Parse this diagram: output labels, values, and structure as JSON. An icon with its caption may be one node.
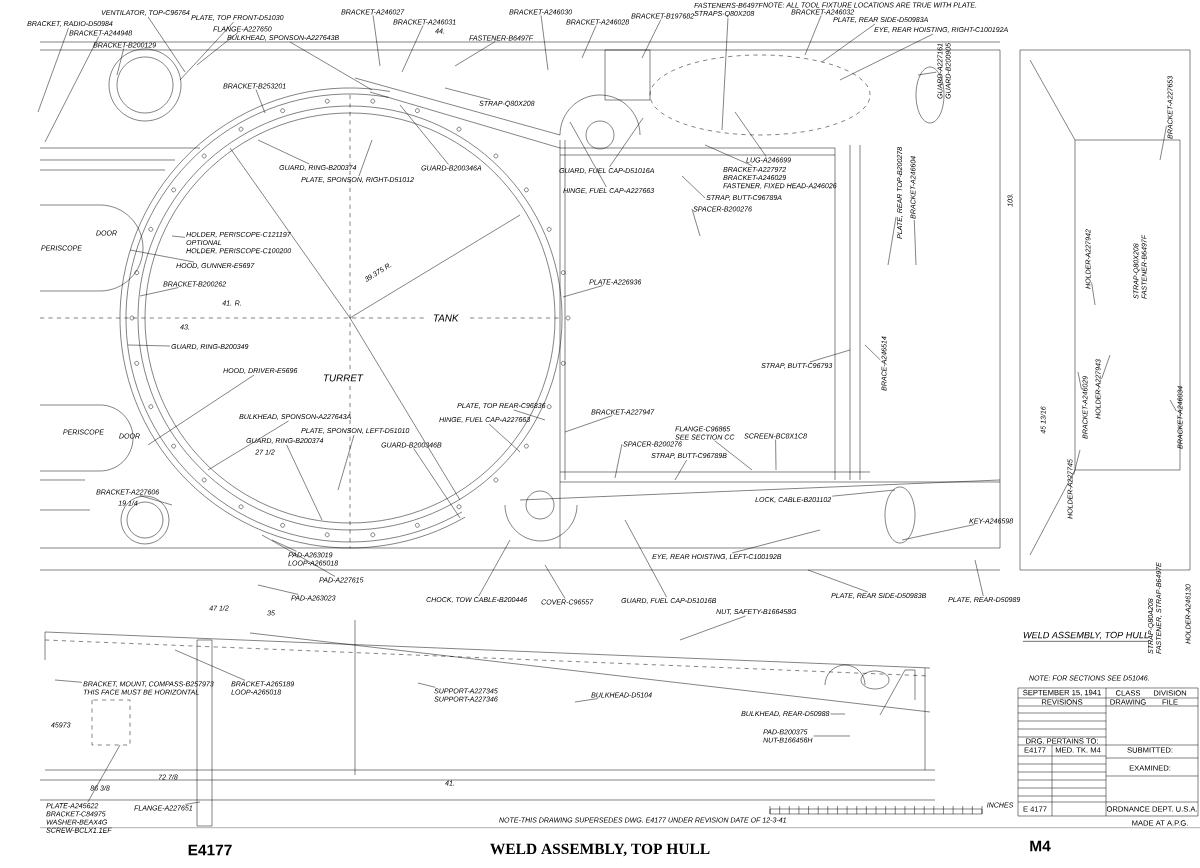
{
  "diagram": {
    "title": "WELD ASSEMBLY, TOP HULL",
    "nodes": [
      {
        "text": [
          "VENTILATOR, TOP-C96764"
        ]
      },
      {
        "text": [
          "BRACKET, RADIO-D50984"
        ]
      },
      {
        "text": [
          "BRACKET-A244948"
        ]
      },
      {
        "text": [
          "BRACKET-B200129"
        ]
      },
      {
        "text": [
          "PLATE, TOP FRONT-D51030"
        ]
      },
      {
        "text": [
          "FLANGE-A227650"
        ]
      },
      {
        "text": [
          "BULKHEAD, SPONSON-A227643B"
        ]
      },
      {
        "text": [
          "BRACKET-A246027"
        ]
      },
      {
        "text": [
          "BRACKET-A246031"
        ]
      },
      {
        "text": [
          "FASTENER-B6497F"
        ]
      },
      {
        "text": [
          "BRACKET-A246030"
        ]
      },
      {
        "text": [
          "BRACKET-A246028"
        ]
      },
      {
        "text": [
          "BRACKET-B197682"
        ]
      },
      {
        "text": [
          "FASTENERS-B6497F",
          "STRAPS-Q80X208"
        ]
      },
      {
        "text": [
          "BRACKET-A246032"
        ]
      },
      {
        "text": [
          "PLATE, REAR SIDE-D50983A"
        ]
      },
      {
        "text": [
          "EYE, REAR HOISTING, RIGHT-C100192A"
        ]
      },
      {
        "text": [
          "BRACKET-B253201"
        ]
      },
      {
        "text": [
          "STRAP-Q80X208"
        ]
      },
      {
        "text": [
          "GUARD, RING-B200374"
        ]
      },
      {
        "text": [
          "PLATE, SPONSON, RIGHT-D51012"
        ]
      },
      {
        "text": [
          "GUARD-B200346A"
        ]
      },
      {
        "text": [
          "GUARD, FUEL CAP-D51016A"
        ]
      },
      {
        "text": [
          "HINGE, FUEL CAP-A227663"
        ]
      },
      {
        "text": [
          "LUG-A246699"
        ]
      },
      {
        "text": [
          "BRACKET-A227972",
          "BRACKET-A246029",
          "FASTENER, FIXED HEAD-A246026"
        ]
      },
      {
        "text": [
          "STRAP, BUTT-C96789A"
        ]
      },
      {
        "text": [
          "SPACER-B200276"
        ]
      },
      {
        "text": [
          "HOLDER, PERISCOPE-C121197",
          "OPTIONAL",
          "HOLDER, PERISCOPE-C100200"
        ]
      },
      {
        "text": [
          "HOOD, GUNNER-E5697"
        ]
      },
      {
        "text": [
          "BRACKET-B200262"
        ]
      },
      {
        "text": [
          "PLATE-A226936"
        ]
      },
      {
        "text": [
          "GUARD, RING-B200349"
        ]
      },
      {
        "text": [
          "HOOD, DRIVER-E5696"
        ]
      },
      {
        "text": [
          "BULKHEAD, SPONSON-A227643A"
        ]
      },
      {
        "text": [
          "PLATE, SPONSON, LEFT-D51010"
        ]
      },
      {
        "text": [
          "GUARD, RING-B200374"
        ]
      },
      {
        "text": [
          "GUARD-B200346B"
        ]
      },
      {
        "text": [
          "PLATE, TOP REAR-C96836"
        ]
      },
      {
        "text": [
          "HINGE, FUEL CAP-A227663"
        ]
      },
      {
        "text": [
          "BRACKET-A227947"
        ]
      },
      {
        "text": [
          "STRAP, BUTT-C96793"
        ]
      },
      {
        "text": [
          "BRACE-A246514"
        ]
      },
      {
        "text": [
          "PLATE, REAR TOP-B200278"
        ]
      },
      {
        "text": [
          "BRACKET-A246604"
        ]
      },
      {
        "text": [
          "GUARD-A227161",
          "GUARD-B200905"
        ]
      },
      {
        "text": [
          "FLANGE-C96865",
          "SEE SECTION CC"
        ]
      },
      {
        "text": [
          "SCREEN-BC8X1C8"
        ]
      },
      {
        "text": [
          "SPACER-B200276"
        ]
      },
      {
        "text": [
          "STRAP, BUTT-C96789B"
        ]
      },
      {
        "text": [
          "LOCK, CABLE-B201102"
        ]
      },
      {
        "text": [
          "KEY-A246598"
        ]
      },
      {
        "text": [
          "EYE, REAR HOISTING, LEFT-C100192B"
        ]
      },
      {
        "text": [
          "PLATE, REAR SIDE-D50983B"
        ]
      },
      {
        "text": [
          "PLATE, REAR-D50989"
        ]
      },
      {
        "text": [
          "BRACKET-A227606"
        ]
      },
      {
        "text": [
          "PAD-A263019",
          "LOOP-A265018"
        ]
      },
      {
        "text": [
          "PAD-A227615"
        ]
      },
      {
        "text": [
          "PAD-A263023"
        ]
      },
      {
        "text": [
          "CHOCK, TOW CABLE-B200446"
        ]
      },
      {
        "text": [
          "COVER-C96557"
        ]
      },
      {
        "text": [
          "GUARD, FUEL CAP-D51016B"
        ]
      },
      {
        "text": [
          "NUT, SAFETY-B166458G"
        ]
      },
      {
        "text": [
          "BRACKET, MOUNT, COMPASS-B257973",
          "THIS FACE MUST BE HORIZONTAL"
        ]
      },
      {
        "text": [
          "BRACKET-A265189",
          "LOOP-A265018"
        ]
      },
      {
        "text": [
          "SUPPORT-A227345",
          "SUPPORT-A227346"
        ]
      },
      {
        "text": [
          "BULKHEAD-D5104"
        ]
      },
      {
        "text": [
          "BULKHEAD, REAR-D50988"
        ]
      },
      {
        "text": [
          "PAD-B200375",
          "NUT-B166456H"
        ]
      },
      {
        "text": [
          "FLANGE-A227651"
        ]
      },
      {
        "text": [
          "PLATE-A245622",
          "BRACKET-C84975",
          "WASHER-BEAX4G",
          "SCREW-BCLX1.1EF"
        ]
      },
      {
        "text": [
          "STRAP-Q80A208",
          "FASTENER, STRAP-B6497E"
        ]
      },
      {
        "text": [
          "HOLDER-A246130"
        ]
      },
      {
        "text": [
          "HOLDER-A227942"
        ]
      },
      {
        "text": [
          "HOLDER-A227943"
        ]
      },
      {
        "text": [
          "BRACKET-A246029"
        ]
      },
      {
        "text": [
          "HOLDER-A227745"
        ]
      },
      {
        "text": [
          "STRAP-Q80X208",
          "FASTENER-B6497F"
        ]
      },
      {
        "text": [
          "BRACKET-A227653"
        ]
      },
      {
        "text": [
          "BRACKET-A246034"
        ]
      }
    ],
    "edges": [
      {
        "from": 0,
        "to": null,
        "arrow": "none"
      },
      {
        "from": 1,
        "to": null,
        "arrow": "none"
      },
      {
        "from": 2,
        "to": null,
        "arrow": "none"
      },
      {
        "from": 3,
        "to": null,
        "arrow": "none"
      },
      {
        "from": 4,
        "to": null,
        "arrow": "none"
      },
      {
        "from": 5,
        "to": null,
        "arrow": "none"
      },
      {
        "from": 6,
        "to": null,
        "arrow": "none"
      },
      {
        "from": 7,
        "to": null,
        "arrow": "none"
      },
      {
        "from": 8,
        "to": null,
        "arrow": "none"
      },
      {
        "from": 9,
        "to": null,
        "arrow": "none"
      },
      {
        "from": 10,
        "to": null,
        "arrow": "none"
      },
      {
        "from": 11,
        "to": null,
        "arrow": "none"
      },
      {
        "from": 12,
        "to": null,
        "arrow": "none"
      },
      {
        "from": 13,
        "to": null,
        "arrow": "none"
      },
      {
        "from": 14,
        "to": null,
        "arrow": "none"
      },
      {
        "from": 15,
        "to": null,
        "arrow": "none"
      },
      {
        "from": 16,
        "to": null,
        "arrow": "none"
      },
      {
        "from": 17,
        "to": null,
        "arrow": "none"
      },
      {
        "from": 18,
        "to": null,
        "arrow": "none"
      },
      {
        "from": 19,
        "to": null,
        "arrow": "none"
      },
      {
        "from": 20,
        "to": null,
        "arrow": "none"
      },
      {
        "from": 21,
        "to": null,
        "arrow": "none"
      },
      {
        "from": 22,
        "to": null,
        "arrow": "none"
      },
      {
        "from": 23,
        "to": null,
        "arrow": "none"
      },
      {
        "from": 24,
        "to": null,
        "arrow": "none"
      },
      {
        "from": 25,
        "to": null,
        "arrow": "none"
      },
      {
        "from": 26,
        "to": null,
        "arrow": "none"
      },
      {
        "from": 27,
        "to": null,
        "arrow": "none"
      },
      {
        "from": 28,
        "to": null,
        "arrow": "none"
      },
      {
        "from": 29,
        "to": null,
        "arrow": "none"
      },
      {
        "from": 30,
        "to": null,
        "arrow": "none"
      },
      {
        "from": 31,
        "to": null,
        "arrow": "none"
      },
      {
        "from": 32,
        "to": null,
        "arrow": "none"
      },
      {
        "from": 33,
        "to": null,
        "arrow": "none"
      },
      {
        "from": 34,
        "to": null,
        "arrow": "none"
      },
      {
        "from": 35,
        "to": null,
        "arrow": "none"
      },
      {
        "from": 36,
        "to": null,
        "arrow": "none"
      },
      {
        "from": 37,
        "to": null,
        "arrow": "none"
      },
      {
        "from": 38,
        "to": null,
        "arrow": "none"
      },
      {
        "from": 39,
        "to": null,
        "arrow": "none"
      },
      {
        "from": 40,
        "to": null,
        "arrow": "none"
      },
      {
        "from": 41,
        "to": null,
        "arrow": "none"
      },
      {
        "from": 42,
        "to": null,
        "arrow": "none"
      },
      {
        "from": 43,
        "to": null,
        "arrow": "none"
      },
      {
        "from": 44,
        "to": null,
        "arrow": "none"
      },
      {
        "from": 45,
        "to": null,
        "arrow": "none"
      },
      {
        "from": 46,
        "to": null,
        "arrow": "none"
      },
      {
        "from": 47,
        "to": null,
        "arrow": "none"
      },
      {
        "from": 48,
        "to": null,
        "arrow": "none"
      },
      {
        "from": 49,
        "to": null,
        "arrow": "none"
      },
      {
        "from": 50,
        "to": null,
        "arrow": "none"
      },
      {
        "from": 51,
        "to": null,
        "arrow": "none"
      },
      {
        "from": 52,
        "to": null,
        "arrow": "none"
      },
      {
        "from": 53,
        "to": null,
        "arrow": "none"
      },
      {
        "from": 54,
        "to": null,
        "arrow": "none"
      },
      {
        "from": 55,
        "to": null,
        "arrow": "none"
      },
      {
        "from": 56,
        "to": null,
        "arrow": "none"
      },
      {
        "from": 57,
        "to": null,
        "arrow": "none"
      },
      {
        "from": 58,
        "to": null,
        "arrow": "none"
      },
      {
        "from": 59,
        "to": null,
        "arrow": "none"
      },
      {
        "from": 60,
        "to": null,
        "arrow": "none"
      },
      {
        "from": 61,
        "to": null,
        "arrow": "none"
      },
      {
        "from": 62,
        "to": null,
        "arrow": "none"
      },
      {
        "from": 63,
        "to": null,
        "arrow": "none"
      },
      {
        "from": 64,
        "to": null,
        "arrow": "none"
      },
      {
        "from": 65,
        "to": null,
        "arrow": "none"
      },
      {
        "from": 66,
        "to": null,
        "arrow": "none"
      },
      {
        "from": 67,
        "to": null,
        "arrow": "none"
      },
      {
        "from": 68,
        "to": null,
        "arrow": "none"
      },
      {
        "from": 69,
        "to": null,
        "arrow": "none"
      },
      {
        "from": 70,
        "to": null,
        "arrow": "none"
      },
      {
        "from": 73,
        "to": null,
        "arrow": "none"
      },
      {
        "from": 74,
        "to": null,
        "arrow": "none"
      },
      {
        "from": 75,
        "to": null,
        "arrow": "none"
      },
      {
        "from": 76,
        "to": null,
        "arrow": "none"
      },
      {
        "from": 78,
        "to": null,
        "arrow": "none"
      },
      {
        "from": 79,
        "to": null,
        "arrow": "none"
      }
    ],
    "labels": [
      "NOTE: ALL TOOL FIXTURE LOCATIONS ARE TRUE WITH PLATE.",
      "44.",
      "103.",
      "DOOR",
      "PERISCOPE",
      "39.375 R.",
      "41. R.",
      "TANK",
      "43.",
      "TURRET",
      "45 13/16",
      "PERISCOPE",
      "DOOR",
      "27 1/2",
      "19 1/4",
      "47 1/2",
      "35",
      "WELD ASSEMBLY, TOP HULL",
      "NOTE: FOR SECTIONS SEE D51046.",
      "SEPTEMBER 15, 1941",
      "CLASS",
      "DIVISION",
      "REVISIONS",
      "DRAWING",
      "FILE",
      "45973",
      "DRG. PERTAINS TO:",
      "E4177",
      "MED. TK. M4",
      "SUBMITTED:",
      "EXAMINED:",
      "72 7/8",
      "41.",
      "86 3/8",
      "INCHES",
      "E 4177",
      "ORDNANCE DEPT. U.S.A.",
      "NOTE-THIS DRAWING SUPERSEDES DWG. E4177 UNDER REVISION DATE OF 12-3-41",
      "MADE AT A.P.G.",
      "E4177",
      "M4"
    ]
  }
}
